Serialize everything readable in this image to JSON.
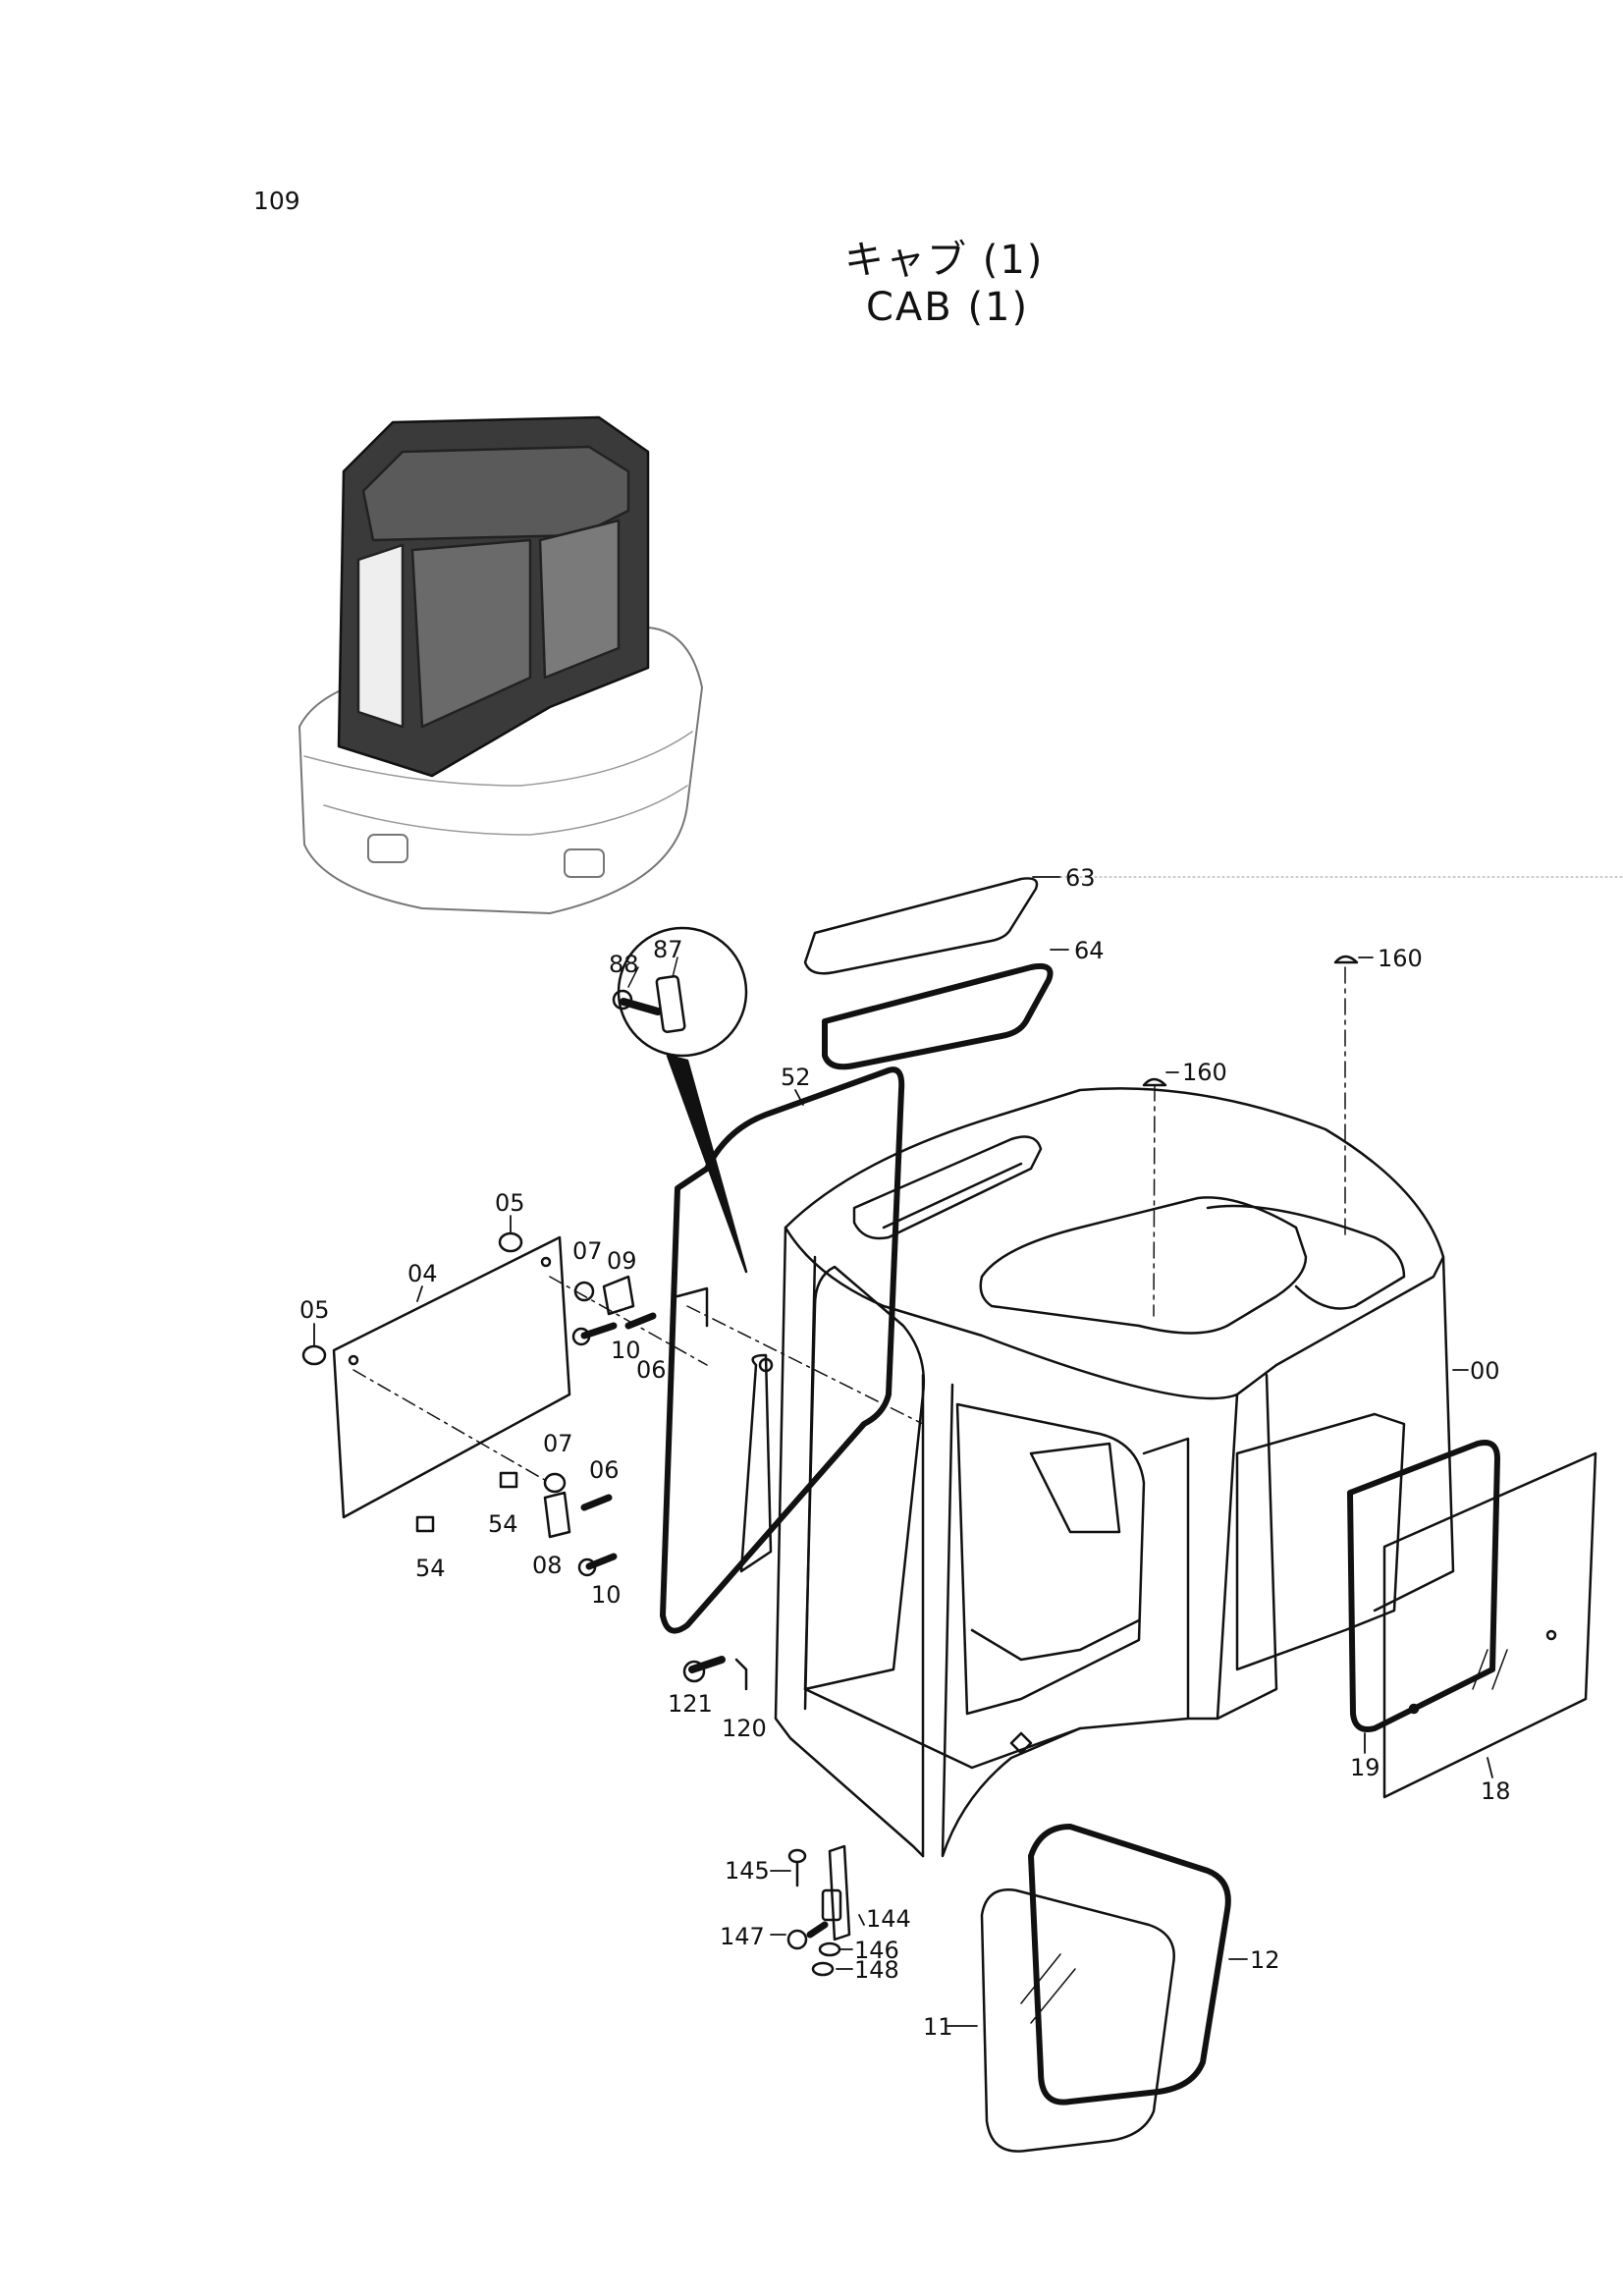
{
  "page_number": "109",
  "title_ja": "キャブ (1)",
  "title_en": "CAB (1)",
  "callouts": {
    "c00": "00",
    "c04": "04",
    "c05a": "05",
    "c05b": "05",
    "c06a": "06",
    "c06b": "06",
    "c07a": "07",
    "c07b": "07",
    "c08": "08",
    "c09": "09",
    "c10a": "10",
    "c10b": "10",
    "c11": "11",
    "c12": "12",
    "c18": "18",
    "c19": "19",
    "c52": "52",
    "c54a": "54",
    "c54b": "54",
    "c63": "63",
    "c64": "64",
    "c87": "87",
    "c88": "88",
    "c120": "120",
    "c121": "121",
    "c144": "144",
    "c145": "145",
    "c146": "146",
    "c147": "147",
    "c148": "148",
    "c160a": "160",
    "c160b": "160"
  }
}
